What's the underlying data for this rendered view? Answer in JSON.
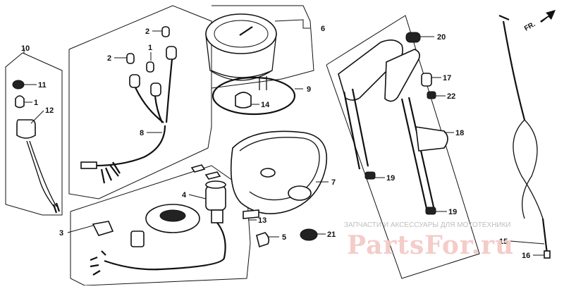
{
  "diagram": {
    "callouts": [
      "1",
      "2",
      "3",
      "4",
      "5",
      "6",
      "7",
      "8",
      "9",
      "10",
      "11",
      "12",
      "13",
      "14",
      "15",
      "16",
      "17",
      "18",
      "19",
      "20",
      "21",
      "22"
    ],
    "direction_label": "FR.",
    "watermark": {
      "caption": "ЗАПЧАСТИ И АКСЕССУАРЫ ДЛЯ МОТОТЕХНИКИ",
      "logo": "PartsFor.ru"
    }
  }
}
